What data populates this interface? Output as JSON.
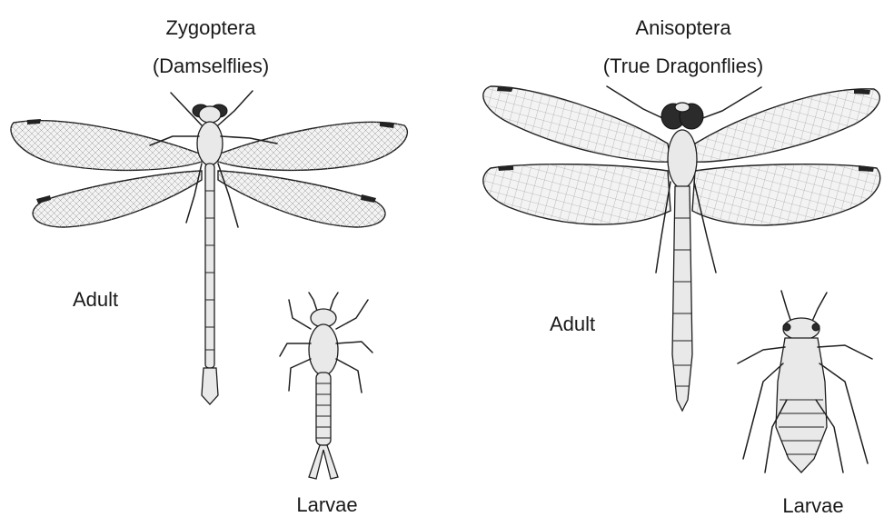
{
  "zygoptera": {
    "title": "Zygoptera",
    "subtitle": "(Damselflies)",
    "adult_label": "Adult",
    "larvae_label": "Larvae"
  },
  "anisoptera": {
    "title": "Anisoptera",
    "subtitle": "(True Dragonflies)",
    "adult_label": "Adult",
    "larvae_label": "Larvae"
  }
}
